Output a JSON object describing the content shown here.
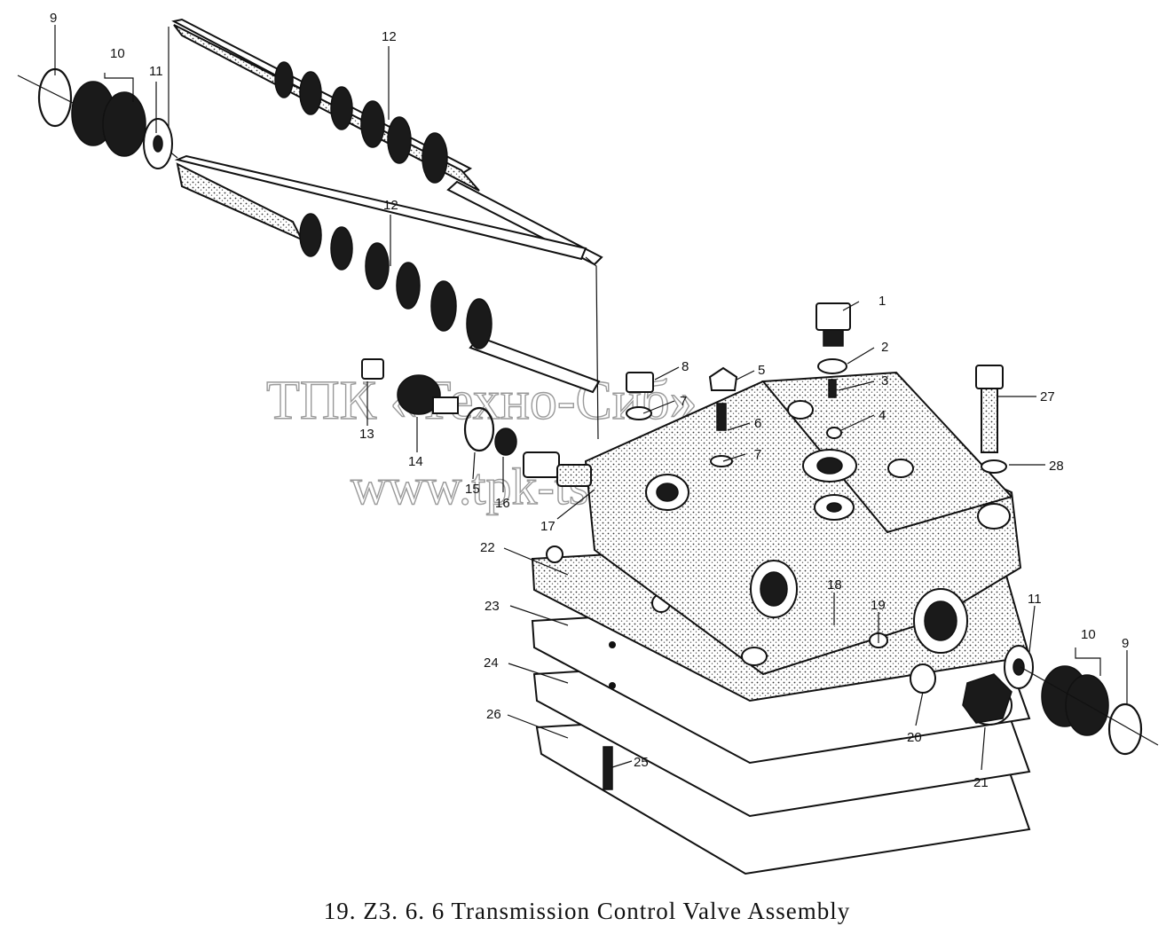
{
  "caption": "19. Z3. 6. 6 Transmission Control Valve Assembly",
  "watermark": {
    "line1": "ТПК «Техно-Сиб»",
    "line2": "www.tpk-ts.ru"
  },
  "callouts": {
    "c1": "1",
    "c2": "2",
    "c3": "3",
    "c4": "4",
    "c5": "5",
    "c6": "6",
    "c7a": "7",
    "c7b": "7",
    "c8": "8",
    "c9a": "9",
    "c9b": "9",
    "c10a": "10",
    "c10b": "10",
    "c11a": "11",
    "c11b": "11",
    "c12a": "12",
    "c12b": "12",
    "c13": "13",
    "c14": "14",
    "c15": "15",
    "c16": "16",
    "c17": "17",
    "c18": "18",
    "c19": "19",
    "c20": "20",
    "c21": "21",
    "c22": "22",
    "c23": "23",
    "c24": "24",
    "c25": "25",
    "c26": "26",
    "c27": "27",
    "c28": "28"
  }
}
